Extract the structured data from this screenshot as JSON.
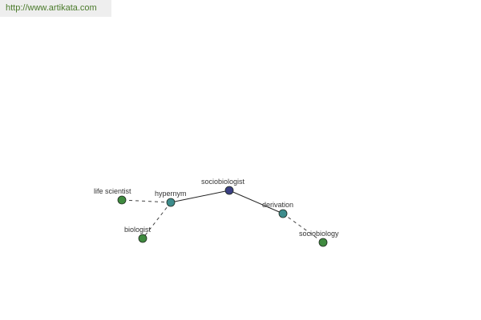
{
  "banner": {
    "url_text": "http://www.artikata.com"
  },
  "graph": {
    "colors": {
      "center": "#3a3f82",
      "relation": "#3d8c8c",
      "term": "#3f8a3f",
      "solid_edge": "#222222",
      "dashed_edge": "#444444"
    },
    "nodes": [
      {
        "id": "sociobiologist",
        "label": "sociobiologist",
        "kind": "center"
      },
      {
        "id": "hypernym",
        "label": "hypernym",
        "kind": "relation"
      },
      {
        "id": "derivation",
        "label": "derivation",
        "kind": "relation"
      },
      {
        "id": "life-scientist",
        "label": "life scientist",
        "kind": "term"
      },
      {
        "id": "biologist",
        "label": "biologist",
        "kind": "term"
      },
      {
        "id": "sociobiology",
        "label": "sociobiology",
        "kind": "term"
      }
    ],
    "edges": [
      {
        "from": "sociobiologist",
        "to": "hypernym",
        "style": "solid"
      },
      {
        "from": "sociobiologist",
        "to": "derivation",
        "style": "solid"
      },
      {
        "from": "hypernym",
        "to": "life-scientist",
        "style": "dashed"
      },
      {
        "from": "hypernym",
        "to": "biologist",
        "style": "dashed"
      },
      {
        "from": "derivation",
        "to": "sociobiology",
        "style": "dashed"
      }
    ]
  }
}
